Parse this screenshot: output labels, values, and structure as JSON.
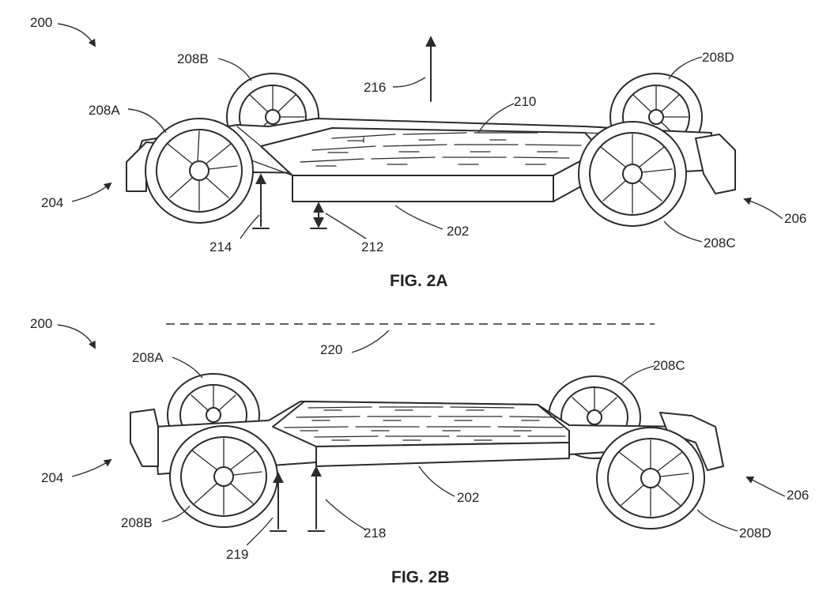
{
  "fig_a": {
    "caption": "FIG. 2A",
    "labels": {
      "l200": "200",
      "l208b": "208B",
      "l208a": "208A",
      "l216": "216",
      "l210": "210",
      "l208d": "208D",
      "l204": "204",
      "l206": "206",
      "l214": "214",
      "l212": "212",
      "l202": "202",
      "l208c": "208C"
    }
  },
  "fig_b": {
    "caption": "FIG. 2B",
    "labels": {
      "l200": "200",
      "l208a": "208A",
      "l220": "220",
      "l208c": "208C",
      "l204": "204",
      "l202": "202",
      "l206": "206",
      "l208b": "208B",
      "l218": "218",
      "l219": "219",
      "l208d": "208D"
    }
  }
}
